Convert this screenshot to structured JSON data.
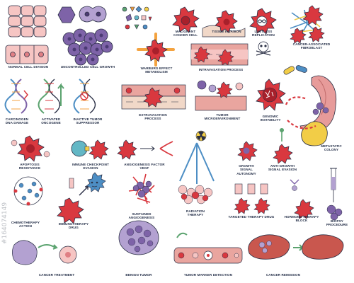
{
  "labels": {
    "normal_cell_division": "NORMAL CELL DIVISION",
    "uncontrolled_cell_growth": "UNCONTROLLED CELL GROWTH",
    "malignant_cancer_cell": "MALIGNANT CANCER CELL",
    "tissue_invasion": "TISSUE INVASION",
    "limitless_replication": "LIMITLESS REPLICATION",
    "cancer_associated_fibroblast": "CANCER-ASSOCIATED FIBROBLAST",
    "warburg_effect_metabolism": "WARBURG EFFECT METABOLISM",
    "intravasation_process": "INTRAVASATION PROCESS",
    "carcinogen_dna_damage": "CARCINOGEN DNA DAMAGE",
    "activated_oncogene": "ACTIVATED ONCOGENE",
    "inactive_tumor_suppressor": "INACTIVE TUMOR SUPPRESSOR",
    "extravasation_process": "EXTRAVASATION PROCESS",
    "tumor_microenvironment": "TUMOR MICROENVIRONMENT",
    "genomic_instability": "GENOMIC INSTABILITY",
    "metastatic_colony": "METASTATIC COLONY",
    "apoptosis_resistance": "APOPTOSIS RESISTANCE",
    "immune_checkpoint_evasion": "IMMUNE CHECKPOINT EVASION",
    "angiogenesis_factor_vegf": "ANGIOGENESIS FACTOR VEGF",
    "growth_signal_autonomy": "GROWTH SIGNAL AUTONOMY",
    "anti_growth_signal_evasion": "ANTI-GROWTH SIGNAL EVASION",
    "chemotherapy_action": "CHEMOTHERAPY ACTION",
    "immunotherapy_drug": "IMMUNOTHERAPY DRUG",
    "sustained_angiogenesis": "SUSTAINED ANGIOGENESIS",
    "radiation_therapy": "RADIATION THERAPY",
    "targeted_therapy_drug": "TARGETED THERAPY DRUG",
    "hormone_therapy_block": "HORMONE THERAPY BLOCK",
    "biopsy_procedure": "BIOPSY PROCEDURE",
    "cancer_treatment": "CANCER TREATMENT",
    "benign_tumor": "BENIGN TUMOR",
    "tumor_marker_detection": "TUMOR MARKER DETECTION",
    "cancer_remission": "CANCER REMISSION"
  },
  "watermark": "#164074149",
  "colors": {
    "cancer_red": "#d9383f",
    "cancer_dark": "#a8202b",
    "purple": "#7e63a8",
    "purple_light": "#b3a1d1",
    "pink": "#f6c5c3",
    "outline": "#2a2f45",
    "vessel": "#e9a59f",
    "tissue": "#f1d8c8",
    "green": "#5ba36f",
    "orange": "#f4a340",
    "yellow": "#f2cd47",
    "blue": "#4d8ec4",
    "teal": "#63b7c5",
    "stomach": "#e79b9a",
    "liver": "#c9574e"
  }
}
